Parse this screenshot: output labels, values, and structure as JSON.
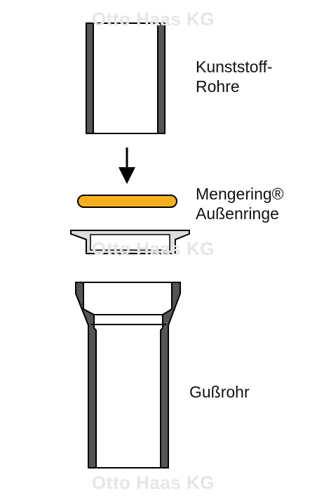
{
  "labels": {
    "plastic_pipe": [
      "Kunststoff-",
      "Rohre"
    ],
    "ring": [
      "Mengering®",
      "Außenringe"
    ],
    "cast_pipe": "Gußrohr"
  },
  "watermark": "Otto Haas KG",
  "colors": {
    "wall": "#555555",
    "ring_fill": "#f5b020",
    "adapter_fill": "#dddddd",
    "watermark": "#e6e6e6",
    "text": "#111111"
  },
  "icons": {
    "arrow": "down-arrow-icon"
  }
}
